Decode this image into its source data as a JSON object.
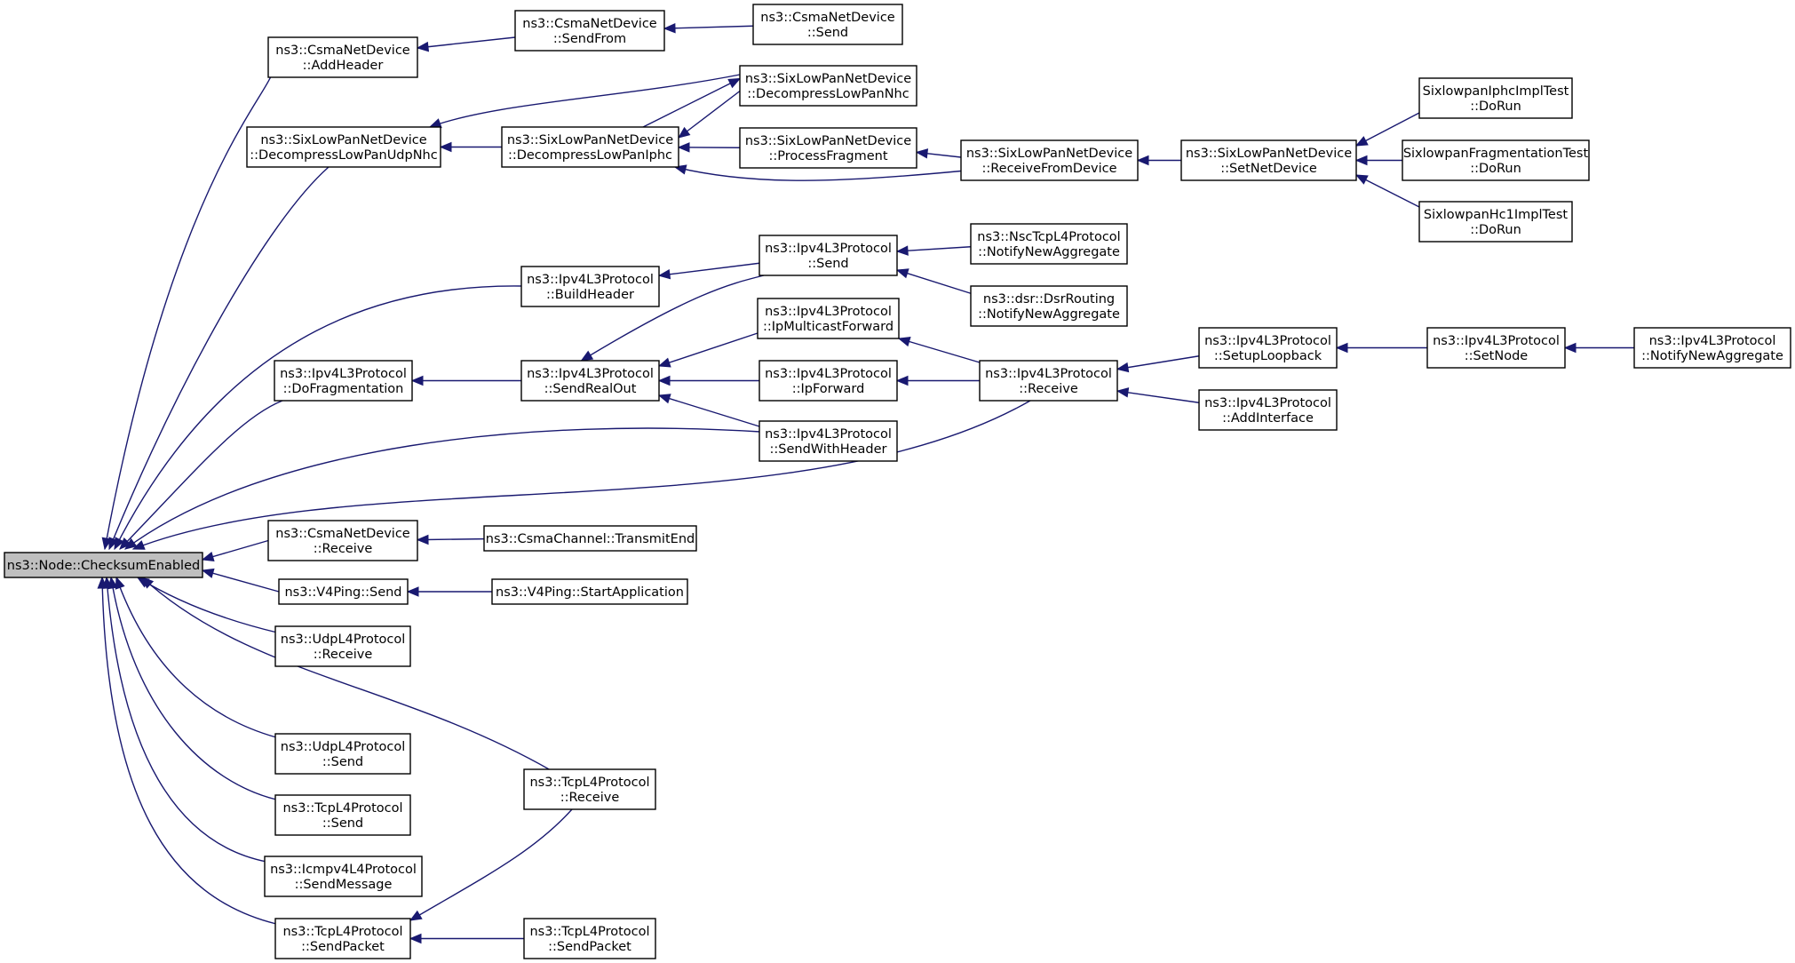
{
  "colors": {
    "edge": "#191970",
    "root_fill": "#bfbfbf",
    "node_fill": "#ffffff",
    "node_border": "#000000"
  },
  "nodes": [
    {
      "id": "root",
      "lines": [
        "ns3::Node::ChecksumEnabled"
      ],
      "root": true
    },
    {
      "id": "csma_addheader",
      "lines": [
        "ns3::CsmaNetDevice",
        "::AddHeader"
      ]
    },
    {
      "id": "csma_sendfrom",
      "lines": [
        "ns3::CsmaNetDevice",
        "::SendFrom"
      ]
    },
    {
      "id": "csma_send",
      "lines": [
        "ns3::CsmaNetDevice",
        "::Send"
      ]
    },
    {
      "id": "six_udpnhc",
      "lines": [
        "ns3::SixLowPanNetDevice",
        "::DecompressLowPanUdpNhc"
      ]
    },
    {
      "id": "six_iphc",
      "lines": [
        "ns3::SixLowPanNetDevice",
        "::DecompressLowPanIphc"
      ]
    },
    {
      "id": "six_nhc",
      "lines": [
        "ns3::SixLowPanNetDevice",
        "::DecompressLowPanNhc"
      ]
    },
    {
      "id": "six_procfrag",
      "lines": [
        "ns3::SixLowPanNetDevice",
        "::ProcessFragment"
      ]
    },
    {
      "id": "six_recv",
      "lines": [
        "ns3::SixLowPanNetDevice",
        "::ReceiveFromDevice"
      ]
    },
    {
      "id": "six_setnet",
      "lines": [
        "ns3::SixLowPanNetDevice",
        "::SetNetDevice"
      ]
    },
    {
      "id": "test_iphc",
      "lines": [
        "SixlowpanIphcImplTest",
        "::DoRun"
      ]
    },
    {
      "id": "test_frag",
      "lines": [
        "SixlowpanFragmentationTest",
        "::DoRun"
      ]
    },
    {
      "id": "test_hc1",
      "lines": [
        "SixlowpanHc1ImplTest",
        "::DoRun"
      ]
    },
    {
      "id": "ipv4_buildheader",
      "lines": [
        "ns3::Ipv4L3Protocol",
        "::BuildHeader"
      ]
    },
    {
      "id": "ipv4_send",
      "lines": [
        "ns3::Ipv4L3Protocol",
        "::Send"
      ]
    },
    {
      "id": "nsc_notify",
      "lines": [
        "ns3::NscTcpL4Protocol",
        "::NotifyNewAggregate"
      ]
    },
    {
      "id": "dsr_notify",
      "lines": [
        "ns3::dsr::DsrRouting",
        "::NotifyNewAggregate"
      ]
    },
    {
      "id": "ipv4_dofrag",
      "lines": [
        "ns3::Ipv4L3Protocol",
        "::DoFragmentation"
      ]
    },
    {
      "id": "ipv4_sendrealout",
      "lines": [
        "ns3::Ipv4L3Protocol",
        "::SendRealOut"
      ]
    },
    {
      "id": "ipv4_ipmcast",
      "lines": [
        "ns3::Ipv4L3Protocol",
        "::IpMulticastForward"
      ]
    },
    {
      "id": "ipv4_ipfwd",
      "lines": [
        "ns3::Ipv4L3Protocol",
        "::IpForward"
      ]
    },
    {
      "id": "ipv4_sendhdr",
      "lines": [
        "ns3::Ipv4L3Protocol",
        "::SendWithHeader"
      ]
    },
    {
      "id": "ipv4_receive",
      "lines": [
        "ns3::Ipv4L3Protocol",
        "::Receive"
      ]
    },
    {
      "id": "ipv4_setuploop",
      "lines": [
        "ns3::Ipv4L3Protocol",
        "::SetupLoopback"
      ]
    },
    {
      "id": "ipv4_addif",
      "lines": [
        "ns3::Ipv4L3Protocol",
        "::AddInterface"
      ]
    },
    {
      "id": "ipv4_setnode",
      "lines": [
        "ns3::Ipv4L3Protocol",
        "::SetNode"
      ]
    },
    {
      "id": "ipv4_notify",
      "lines": [
        "ns3::Ipv4L3Protocol",
        "::NotifyNewAggregate"
      ]
    },
    {
      "id": "csma_receive",
      "lines": [
        "ns3::CsmaNetDevice",
        "::Receive"
      ]
    },
    {
      "id": "csmach_txend",
      "lines": [
        "ns3::CsmaChannel::TransmitEnd"
      ]
    },
    {
      "id": "v4ping_send",
      "lines": [
        "ns3::V4Ping::Send"
      ]
    },
    {
      "id": "v4ping_start",
      "lines": [
        "ns3::V4Ping::StartApplication"
      ]
    },
    {
      "id": "udp_receive",
      "lines": [
        "ns3::UdpL4Protocol",
        "::Receive"
      ]
    },
    {
      "id": "udp_send",
      "lines": [
        "ns3::UdpL4Protocol",
        "::Send"
      ]
    },
    {
      "id": "tcp_send",
      "lines": [
        "ns3::TcpL4Protocol",
        "::Send"
      ]
    },
    {
      "id": "icmp_sendmsg",
      "lines": [
        "ns3::Icmpv4L4Protocol",
        "::SendMessage"
      ]
    },
    {
      "id": "tcp_sendpacket",
      "lines": [
        "ns3::TcpL4Protocol",
        "::SendPacket"
      ]
    },
    {
      "id": "tcp_receive",
      "lines": [
        "ns3::TcpL4Protocol",
        "::Receive"
      ]
    },
    {
      "id": "tcp_sendpacket2",
      "lines": [
        "ns3::TcpL4Protocol",
        "::SendPacket"
      ]
    }
  ],
  "edges": [
    [
      "root",
      "csma_addheader"
    ],
    [
      "csma_addheader",
      "csma_sendfrom"
    ],
    [
      "csma_sendfrom",
      "csma_send"
    ],
    [
      "root",
      "six_udpnhc"
    ],
    [
      "six_udpnhc",
      "six_iphc"
    ],
    [
      "six_udpnhc",
      "six_nhc"
    ],
    [
      "six_iphc",
      "six_nhc"
    ],
    [
      "six_nhc",
      "six_iphc"
    ],
    [
      "six_iphc",
      "six_procfrag"
    ],
    [
      "six_iphc",
      "six_recv"
    ],
    [
      "six_procfrag",
      "six_recv"
    ],
    [
      "six_recv",
      "six_setnet"
    ],
    [
      "six_setnet",
      "test_iphc"
    ],
    [
      "six_setnet",
      "test_frag"
    ],
    [
      "six_setnet",
      "test_hc1"
    ],
    [
      "root",
      "ipv4_buildheader"
    ],
    [
      "ipv4_buildheader",
      "ipv4_send"
    ],
    [
      "ipv4_send",
      "nsc_notify"
    ],
    [
      "ipv4_send",
      "dsr_notify"
    ],
    [
      "root",
      "ipv4_dofrag"
    ],
    [
      "ipv4_dofrag",
      "ipv4_sendrealout"
    ],
    [
      "ipv4_sendrealout",
      "ipv4_send"
    ],
    [
      "ipv4_sendrealout",
      "ipv4_ipmcast"
    ],
    [
      "ipv4_sendrealout",
      "ipv4_ipfwd"
    ],
    [
      "ipv4_sendrealout",
      "ipv4_sendhdr"
    ],
    [
      "root",
      "ipv4_sendhdr"
    ],
    [
      "ipv4_ipmcast",
      "ipv4_receive"
    ],
    [
      "ipv4_ipfwd",
      "ipv4_receive"
    ],
    [
      "root",
      "ipv4_receive"
    ],
    [
      "ipv4_receive",
      "ipv4_setuploop"
    ],
    [
      "ipv4_receive",
      "ipv4_addif"
    ],
    [
      "ipv4_setuploop",
      "ipv4_setnode"
    ],
    [
      "ipv4_setnode",
      "ipv4_notify"
    ],
    [
      "root",
      "csma_receive"
    ],
    [
      "csma_receive",
      "csmach_txend"
    ],
    [
      "root",
      "v4ping_send"
    ],
    [
      "v4ping_send",
      "v4ping_start"
    ],
    [
      "root",
      "udp_receive"
    ],
    [
      "root",
      "udp_send"
    ],
    [
      "root",
      "tcp_send"
    ],
    [
      "root",
      "icmp_sendmsg"
    ],
    [
      "root",
      "tcp_sendpacket"
    ],
    [
      "root",
      "tcp_receive"
    ],
    [
      "tcp_sendpacket",
      "tcp_receive"
    ],
    [
      "tcp_sendpacket",
      "tcp_sendpacket2"
    ]
  ]
}
